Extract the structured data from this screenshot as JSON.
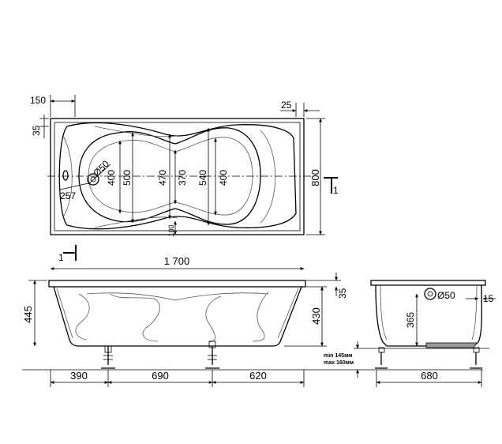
{
  "top_view": {
    "width_150": "150",
    "offset_25": "25",
    "offset_35": "35",
    "drain_diameter": "Ø50",
    "offset_257": "257",
    "inner_400_left": "400",
    "inner_500": "500",
    "inner_470": "470",
    "inner_370": "370",
    "inner_540": "540",
    "inner_400_right": "400",
    "offset_100": "100",
    "total_width": "800",
    "section_mark_right": "1",
    "section_mark_left": "1",
    "total_length": "1 700"
  },
  "front_view": {
    "height_445": "445",
    "height_430": "430",
    "rim_35": "35",
    "leg_spacing_390": "390",
    "leg_spacing_690": "690",
    "leg_spacing_620": "620"
  },
  "side_view": {
    "overflow_diameter": "Ø50",
    "rim_15": "15",
    "depth_365": "365",
    "leg_min": "min 145мм",
    "leg_max": "max 160мм",
    "width_680": "680"
  }
}
